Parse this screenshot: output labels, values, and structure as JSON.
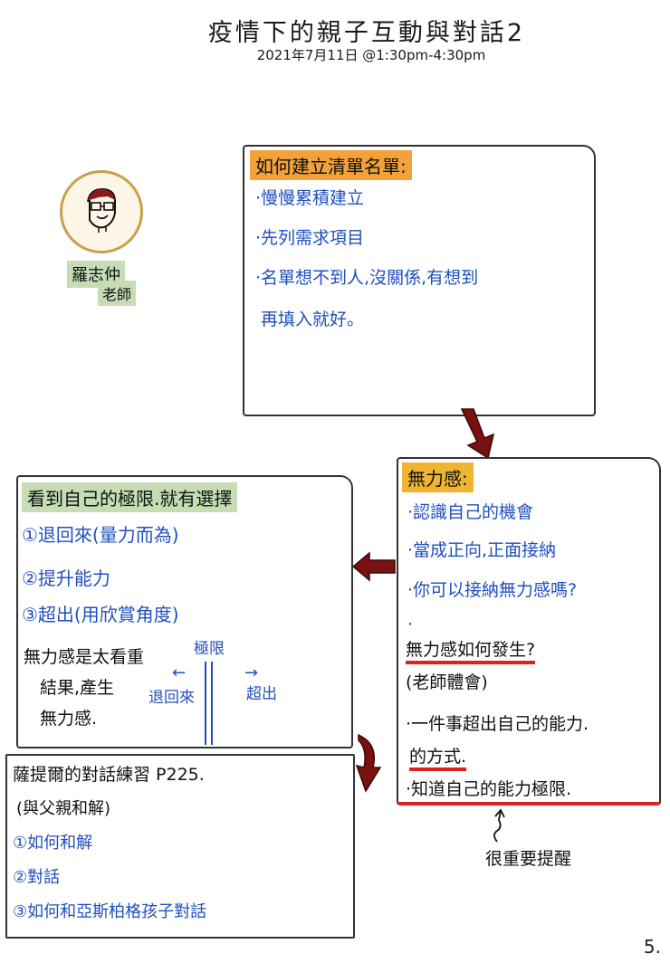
{
  "header": {
    "title": "疫情下的親子互動與對話2",
    "date": "2021年7月11日 @1:30pm-4:30pm"
  },
  "speaker": {
    "name": "羅志仲",
    "role": "老師",
    "avatar_icon": "smiling-face-with-glasses-icon"
  },
  "box_list": {
    "title": "如何建立清單名單:",
    "items": [
      "·慢慢累積建立",
      "·先列需求項目",
      "·名單想不到人,沒關係,有想到",
      "再填入就好。"
    ]
  },
  "box_powerless": {
    "title": "無力感:",
    "items": [
      "·認識自己的機會",
      "·當成正向,正面接納",
      "·你可以接納無力感嗎?",
      "·"
    ],
    "question": "無力感如何發生?",
    "note": "(老師體會)",
    "point1_a": "·一件事超出自己的能力.",
    "point1_b": "的方式.",
    "point2": "·知道自己的能力極限.",
    "annotation": "很重要提醒"
  },
  "box_limits": {
    "title": "看到自己的極限.就有選擇",
    "options": [
      "①退回來(量力而為)",
      "②提升能力",
      "③超出(用欣賞角度)"
    ],
    "summary_lines": [
      "無力感是太看重",
      "結果,產生",
      "無力感."
    ],
    "diagram": {
      "limit_label": "極限",
      "left_arrow": "←",
      "right_arrow": "→",
      "left_label": "退回來",
      "right_label": "超出"
    }
  },
  "box_satir": {
    "title": "薩提爾的對話練習 P225.",
    "subtitle": "(與父親和解)",
    "items": [
      "①如何和解",
      "②對話",
      "③如何和亞斯柏格孩子對話"
    ]
  },
  "colors": {
    "arrow": "#7a1010",
    "ink_blue": "#1f4fbf",
    "highlight_orange": "#f3a13a",
    "highlight_yellow": "#f0b530",
    "highlight_green": "#c5dcb5",
    "underline_red": "#e0201c"
  },
  "page_number": "5."
}
